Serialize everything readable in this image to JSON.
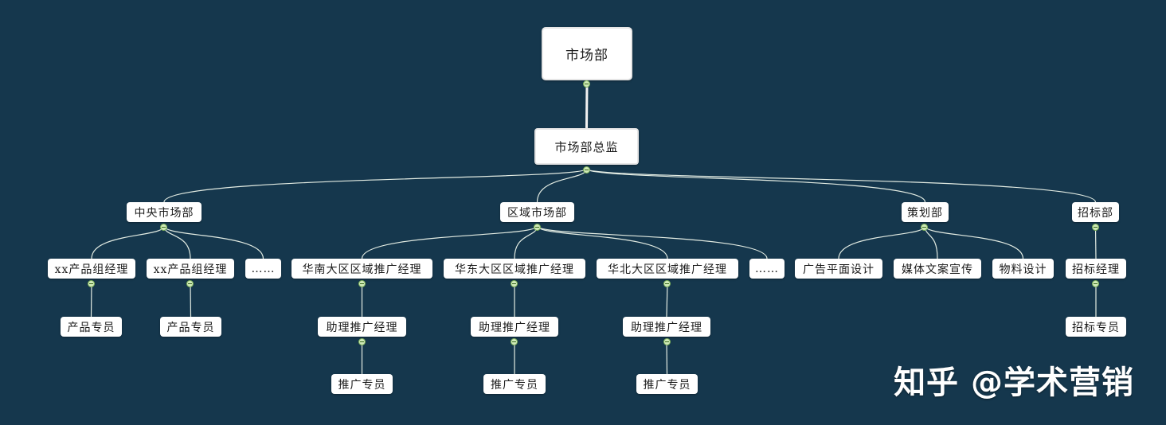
{
  "nodes": {
    "root": "市场部",
    "director": "市场部总监",
    "central": "中央市场部",
    "regional": "区域市场部",
    "planning": "策划部",
    "bidding": "招标部",
    "xx1": "xx产品组经理",
    "xx2": "xx产品组经理",
    "more1": "……",
    "south": "华南大区区域推广经理",
    "east": "华东大区区域推广经理",
    "north": "华北大区区域推广经理",
    "more2": "……",
    "ad": "广告平面设计",
    "media": "媒体文案宣传",
    "material": "物料设计",
    "bidmgr": "招标经理",
    "ps1": "产品专员",
    "ps2": "产品专员",
    "asst1": "助理推广经理",
    "asst2": "助理推广经理",
    "asst3": "助理推广经理",
    "bidstaff": "招标专员",
    "promo1": "推广专员",
    "promo2": "推广专员",
    "promo3": "推广专员"
  },
  "watermark": "知乎 @学术营销",
  "colors": {
    "background": "#15374d",
    "node": "#ffffff",
    "line": "#e8efe8",
    "toggle": "#cfe9b8"
  }
}
